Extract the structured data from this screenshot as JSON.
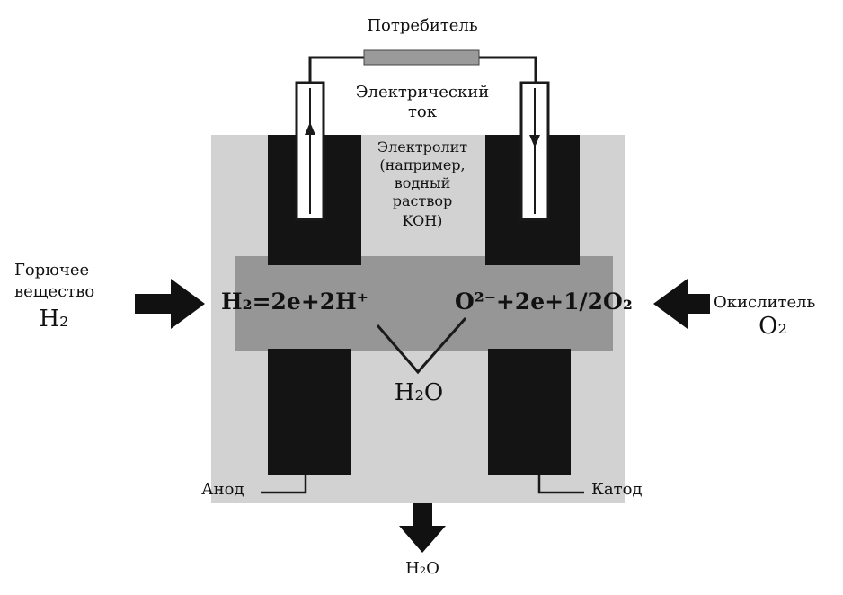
{
  "title": "Потребитель",
  "current_label": [
    "Электрический",
    "ток"
  ],
  "electrolyte_label": [
    "Электролит",
    "(например,",
    "водный",
    "раствор",
    "KOH)"
  ],
  "fuel": {
    "label": [
      "Горючее",
      "вещество"
    ],
    "formula": "H₂"
  },
  "oxidizer": {
    "label": "Окислитель",
    "formula": "O₂"
  },
  "anode_reaction": "H₂=2e+2H⁺",
  "cathode_reaction": "O²⁻+2e+1/2O₂",
  "water_center": "H₂O",
  "water_out": "H₂O",
  "anode_label": "Анод",
  "cathode_label": "Катод",
  "colors": {
    "electrode": "#141414",
    "electrolyte": "#d2d2d2",
    "reaction_zone": "#8a8a8a",
    "line": "#1a1a1a"
  }
}
